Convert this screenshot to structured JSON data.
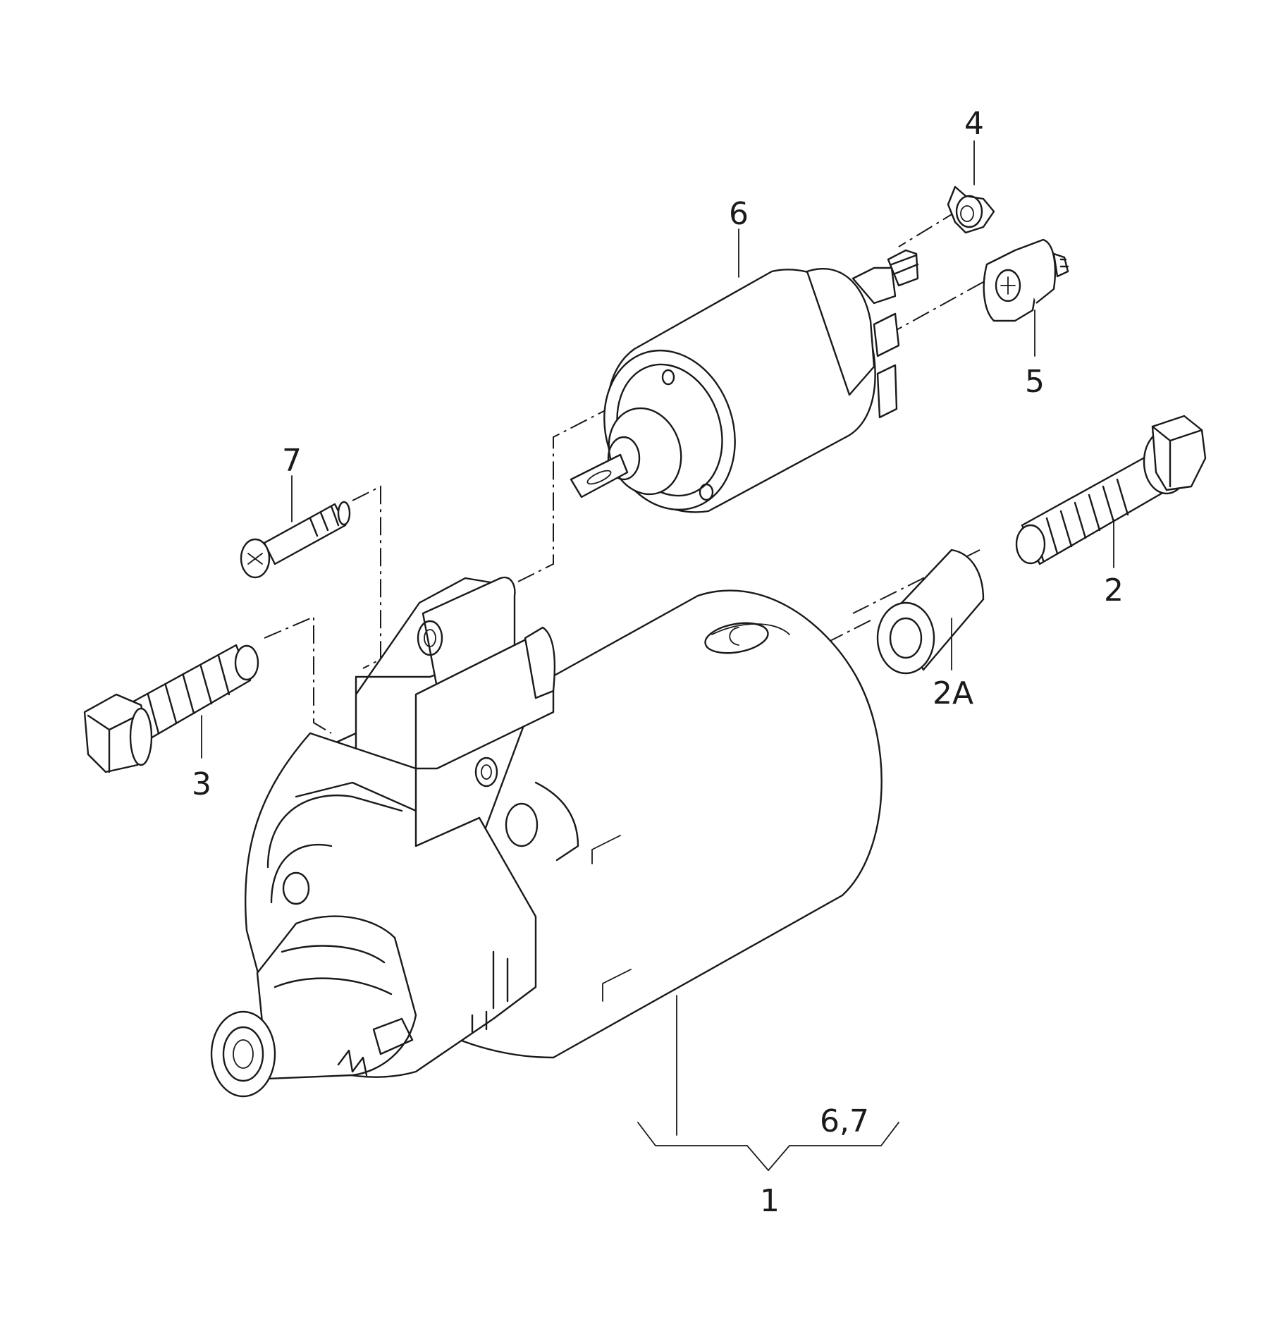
{
  "callouts": [
    {
      "id": "p1",
      "text": "1"
    },
    {
      "id": "p2",
      "text": "2"
    },
    {
      "id": "p2a",
      "text": "2A"
    },
    {
      "id": "p3",
      "text": "3"
    },
    {
      "id": "p4",
      "text": "4"
    },
    {
      "id": "p5",
      "text": "5"
    },
    {
      "id": "p6",
      "text": "6"
    },
    {
      "id": "p7",
      "text": "7"
    },
    {
      "id": "p67",
      "text": "6,7"
    }
  ]
}
